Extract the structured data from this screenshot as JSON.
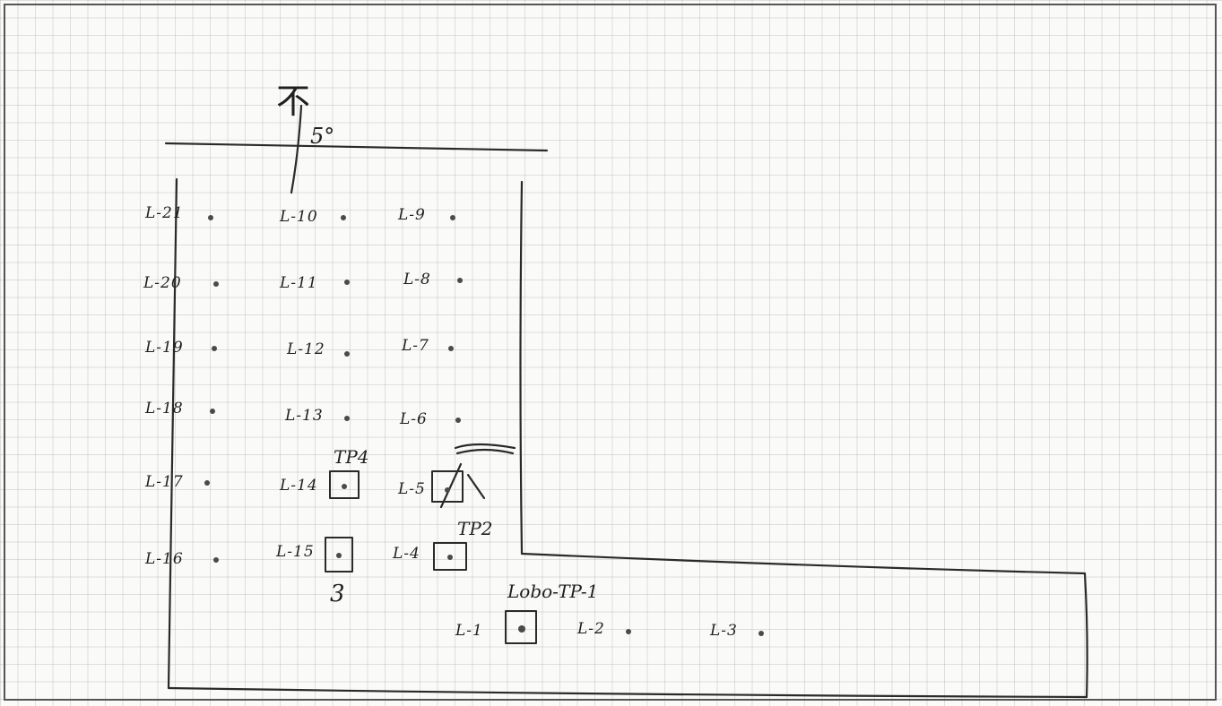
{
  "north": {
    "symbol": "不",
    "bearing": "5°"
  },
  "wells": [
    {
      "id": "l21",
      "label": "L-21"
    },
    {
      "id": "l10",
      "label": "L-10"
    },
    {
      "id": "l9",
      "label": "L-9"
    },
    {
      "id": "l20",
      "label": "L-20"
    },
    {
      "id": "l11",
      "label": "L-11"
    },
    {
      "id": "l8",
      "label": "L-8"
    },
    {
      "id": "l19",
      "label": "L-19"
    },
    {
      "id": "l12",
      "label": "L-12"
    },
    {
      "id": "l7",
      "label": "L-7"
    },
    {
      "id": "l18",
      "label": "L-18"
    },
    {
      "id": "l13",
      "label": "L-13"
    },
    {
      "id": "l6",
      "label": "L-6"
    },
    {
      "id": "l17",
      "label": "L-17"
    },
    {
      "id": "l14",
      "label": "L-14"
    },
    {
      "id": "l5",
      "label": "L-5"
    },
    {
      "id": "l16",
      "label": "L-16"
    },
    {
      "id": "l15",
      "label": "L-15"
    },
    {
      "id": "l4",
      "label": "L-4"
    },
    {
      "id": "l1",
      "label": "L-1"
    },
    {
      "id": "l2",
      "label": "L-2"
    },
    {
      "id": "l3",
      "label": "L-3"
    }
  ],
  "test_pits": {
    "tp4": "TP4",
    "tp2": "TP2",
    "tp3": "3",
    "tp1": "Lobo-TP-1"
  }
}
